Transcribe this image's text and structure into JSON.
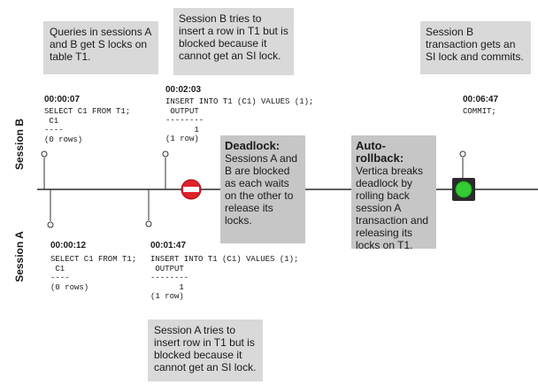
{
  "lanes": {
    "session_b": "Session B",
    "session_a": "Session A"
  },
  "notes": {
    "queries_s_locks": "Queries in sessions A and B get S locks on table T1.",
    "b_blocked": "Session B tries to insert a row in T1 but is blocked because it cannot get an SI lock.",
    "b_commits": "Session B transaction gets an SI lock and commits.",
    "a_blocked": "Session A tries to insert row in T1 but is blocked because it cannot get an SI lock.",
    "deadlock_title": "Deadlock:",
    "deadlock_body": "Sessions A and B are blocked as each waits on the other to release its locks.",
    "autorollback_title": "Auto-rollback:",
    "autorollback_body": "Vertica breaks deadlock by rolling back session A transaction and releasing its locks on T1."
  },
  "events": {
    "b1": {
      "time": "00:00:07",
      "code": "SELECT C1 FROM T1;\n C1\n----\n(0 rows)"
    },
    "b2": {
      "time": "00:02:03",
      "code": "INSERT INTO T1 (C1) VALUES (1);\n OUTPUT\n--------\n      1\n(1 row)"
    },
    "b3": {
      "time": "00:06:47",
      "code": "COMMIT;"
    },
    "a1": {
      "time": "00:00:12",
      "code": "SELECT C1 FROM T1;\n C1\n----\n(0 rows)"
    },
    "a2": {
      "time": "00:01:47",
      "code": "INSERT INTO T1 (C1) VALUES (1);\n OUTPUT\n--------\n      1\n(1 row)"
    }
  },
  "colors": {
    "stop": "#e0202a",
    "go": "#33cc33",
    "note_bg": "#d9d9d9",
    "highlight_bg": "#c6c6c6"
  },
  "icons": {
    "stop": "no-entry-icon",
    "go": "green-light-icon"
  }
}
